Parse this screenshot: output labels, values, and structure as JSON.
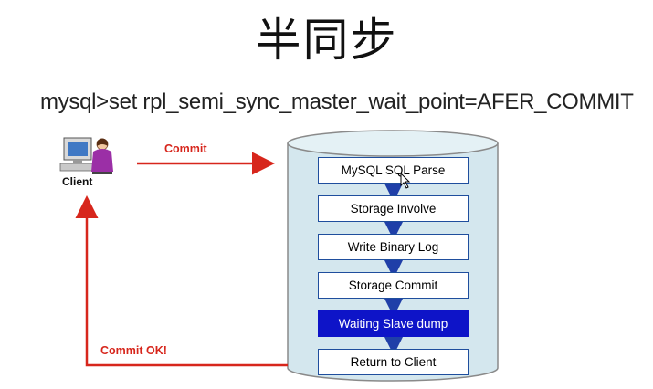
{
  "title": "半同步",
  "command": "mysql>set rpl_semi_sync_master_wait_point=AFER_COMMIT",
  "client": {
    "label": "Client"
  },
  "arrows": {
    "commit_label": "Commit",
    "commit_ok_label": "Commit OK!"
  },
  "steps": [
    {
      "label": "MySQL SQL Parse",
      "highlighted": false
    },
    {
      "label": "Storage Involve",
      "highlighted": false
    },
    {
      "label": "Write Binary Log",
      "highlighted": false
    },
    {
      "label": "Storage Commit",
      "highlighted": false
    },
    {
      "label": "Waiting Slave dump",
      "highlighted": true
    },
    {
      "label": "Return to Client",
      "highlighted": false
    }
  ],
  "colors": {
    "cylinder_fill": "#d4e7ee",
    "cylinder_stroke": "#8a8a8a",
    "flow_arrow": "#1f3fa8",
    "return_arrow": "#d7261c",
    "highlight_step": "#0e14c8"
  }
}
